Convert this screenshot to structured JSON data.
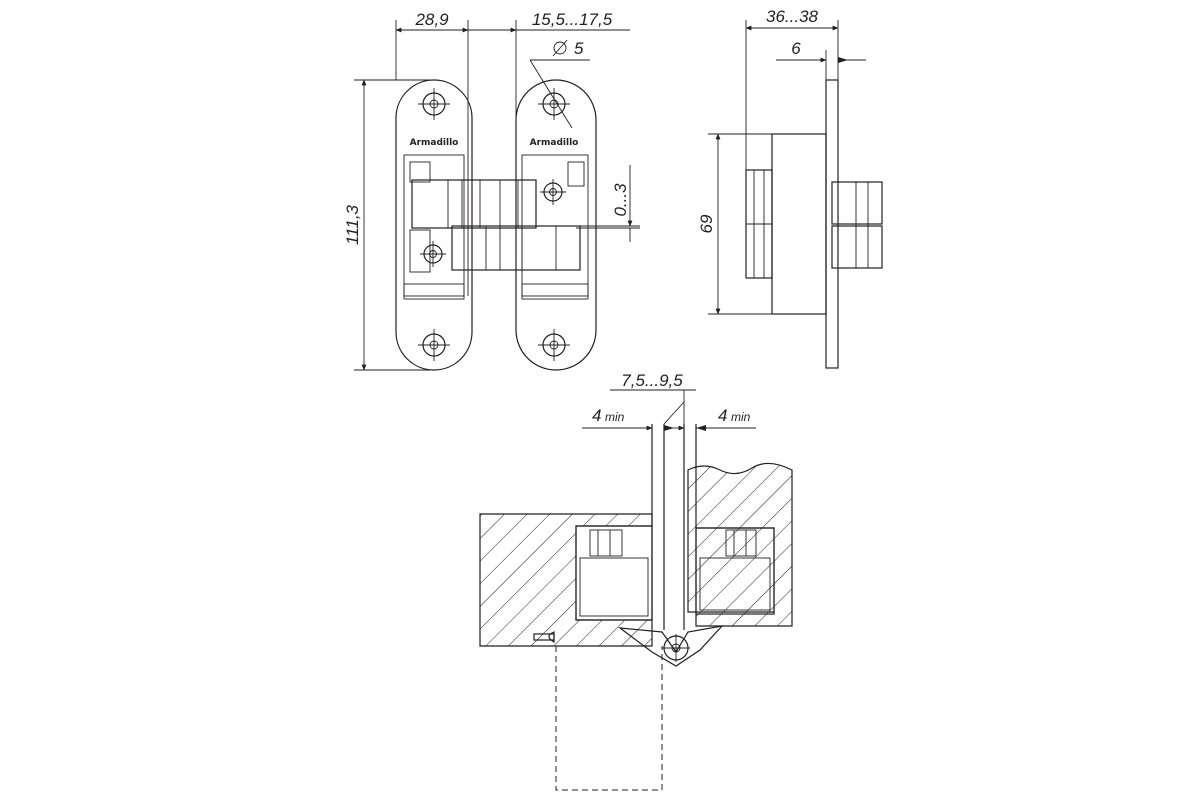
{
  "front_view": {
    "brand_left": "Armadillo",
    "brand_right": "Armadillo",
    "dim_width": "28,9",
    "dim_offset": "15,5...17,5",
    "dim_hole": "5",
    "dim_gap": "0...3",
    "dim_height": "111,3"
  },
  "side_view": {
    "dim_depth": "36...38",
    "dim_plate": "6",
    "dim_body": "69"
  },
  "section_view": {
    "dim_gap_range": "7,5...9,5",
    "dim_min_left": "4",
    "dim_min_left_sub": "min",
    "dim_min_right": "4",
    "dim_min_right_sub": "min"
  }
}
